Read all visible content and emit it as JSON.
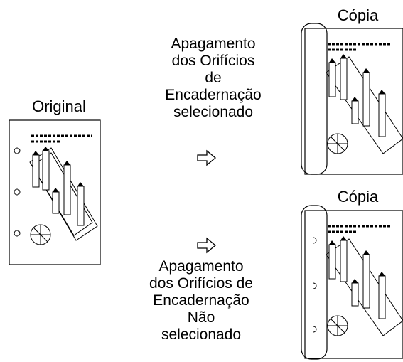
{
  "labels": {
    "original": "Original",
    "copy_top": "Cópia",
    "copy_bottom": "Cópia",
    "erase_selected": "Apagamento\ndos Orifícios\nde\nEncadernação\nselecionado",
    "erase_not_selected": "Apagamento\ndos Orifícios de\nEncadernação\nNão\nselecionado"
  },
  "icons": {
    "arrow_top": "right-outline-arrow-icon",
    "arrow_bottom": "right-outline-arrow-icon",
    "page_art": "bar-chart-and-pie-document-icon"
  }
}
